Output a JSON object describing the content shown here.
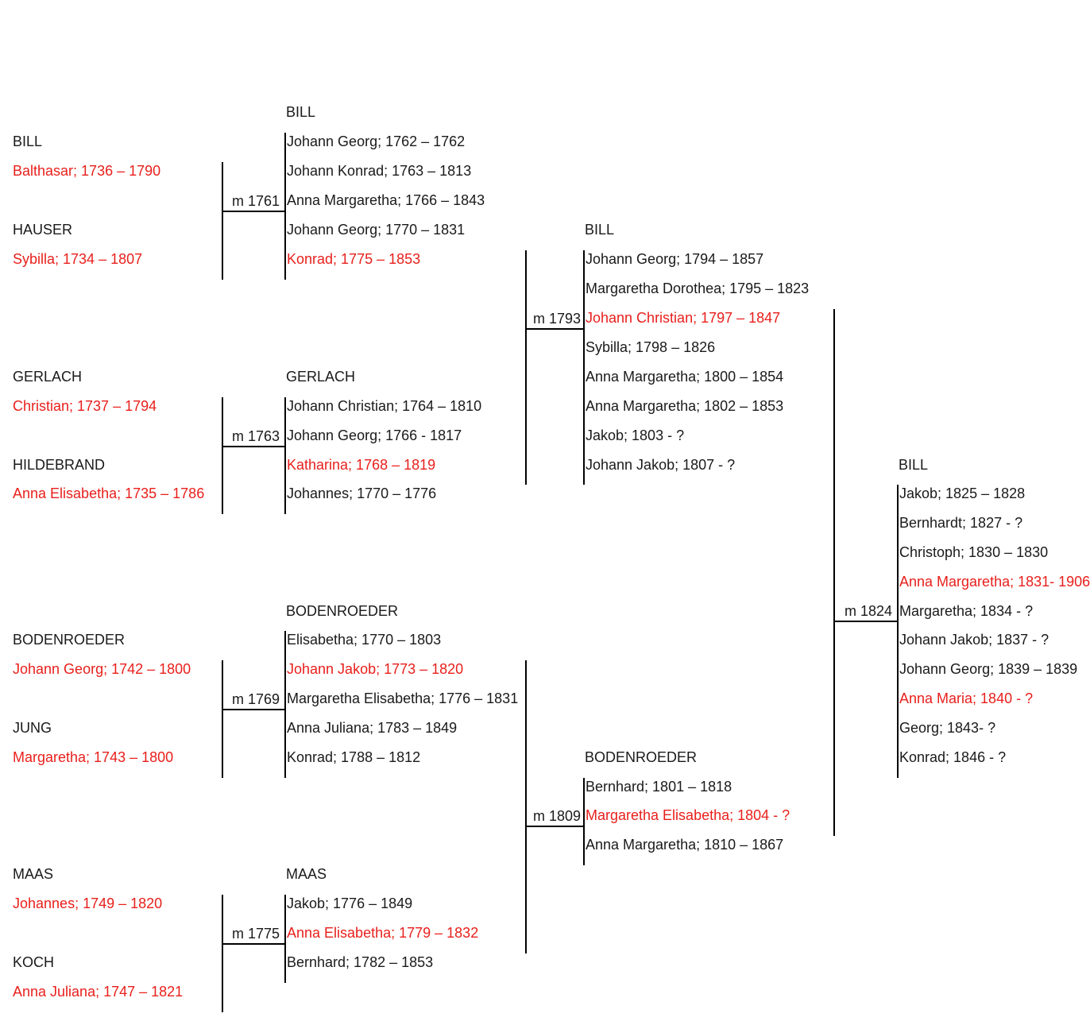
{
  "colors": {
    "highlight": "#e8201c",
    "text": "#1a1a1a",
    "line": "#000000"
  },
  "generation1": [
    {
      "surname": "BILL",
      "person": "Balthasar; 1736 – 1790"
    },
    {
      "surname": "HAUSER",
      "person": "Sybilla; 1734 – 1807"
    },
    {
      "surname": "GERLACH",
      "person": "Christian; 1737 – 1794"
    },
    {
      "surname": "HILDEBRAND",
      "person": "Anna Elisabetha; 1735 – 1786"
    },
    {
      "surname": "BODENROEDER",
      "person": "Johann Georg; 1742 – 1800"
    },
    {
      "surname": "JUNG",
      "person": "Margaretha; 1743 – 1800"
    },
    {
      "surname": "MAAS",
      "person": "Johannes; 1749 – 1820"
    },
    {
      "surname": "KOCH",
      "person": "Anna Juliana; 1747 – 1821"
    }
  ],
  "marriages": [
    "m 1761",
    "m 1763",
    "m 1769",
    "m 1775",
    "m 1793",
    "m 1809",
    "m 1824"
  ],
  "families": [
    {
      "surname": "BILL",
      "children": [
        {
          "text": "Johann Georg; 1762 – 1762"
        },
        {
          "text": "Johann Konrad; 1763 – 1813"
        },
        {
          "text": "Anna Margaretha; 1766 – 1843"
        },
        {
          "text": "Johann Georg; 1770 – 1831"
        },
        {
          "text": "Konrad; 1775 – 1853",
          "highlight": true
        }
      ]
    },
    {
      "surname": "GERLACH",
      "children": [
        {
          "text": "Johann Christian; 1764 – 1810"
        },
        {
          "text": "Johann Georg; 1766 - 1817"
        },
        {
          "text": "Katharina; 1768 – 1819",
          "highlight": true
        },
        {
          "text": "Johannes; 1770 – 1776"
        }
      ]
    },
    {
      "surname": "BODENROEDER",
      "children": [
        {
          "text": "Elisabetha; 1770 – 1803"
        },
        {
          "text": "Johann Jakob; 1773 – 1820",
          "highlight": true
        },
        {
          "text": "Margaretha Elisabetha; 1776 – 1831"
        },
        {
          "text": "Anna Juliana; 1783 – 1849"
        },
        {
          "text": "Konrad; 1788 – 1812"
        }
      ]
    },
    {
      "surname": "MAAS",
      "children": [
        {
          "text": "Jakob; 1776 – 1849"
        },
        {
          "text": "Anna Elisabetha; 1779 – 1832",
          "highlight": true
        },
        {
          "text": "Bernhard; 1782 – 1853"
        }
      ]
    },
    {
      "surname": "BILL",
      "children": [
        {
          "text": "Johann Georg; 1794 – 1857"
        },
        {
          "text": "Margaretha Dorothea; 1795 – 1823"
        },
        {
          "text": "Johann Christian; 1797 – 1847",
          "highlight": true
        },
        {
          "text": "Sybilla; 1798 – 1826"
        },
        {
          "text": "Anna Margaretha; 1800 – 1854"
        },
        {
          "text": "Anna Margaretha; 1802 – 1853"
        },
        {
          "text": "Jakob; 1803 - ?"
        },
        {
          "text": "Johann Jakob; 1807 - ?"
        }
      ]
    },
    {
      "surname": "BODENROEDER",
      "children": [
        {
          "text": "Bernhard; 1801 – 1818"
        },
        {
          "text": "Margaretha Elisabetha; 1804 - ?",
          "highlight": true
        },
        {
          "text": "Anna Margaretha; 1810 – 1867"
        }
      ]
    },
    {
      "surname": "BILL",
      "children": [
        {
          "text": "Jakob; 1825 – 1828"
        },
        {
          "text": "Bernhardt; 1827 - ?"
        },
        {
          "text": "Christoph; 1830 – 1830"
        },
        {
          "text": "Anna Margaretha; 1831- 1906",
          "highlight": true
        },
        {
          "text": "Margaretha; 1834 - ?"
        },
        {
          "text": "Johann Jakob; 1837 - ?"
        },
        {
          "text": "Johann Georg; 1839 – 1839"
        },
        {
          "text": "Anna Maria; 1840 - ?",
          "highlight": true
        },
        {
          "text": "Georg; 1843- ?"
        },
        {
          "text": "Konrad; 1846 - ?"
        }
      ]
    }
  ]
}
